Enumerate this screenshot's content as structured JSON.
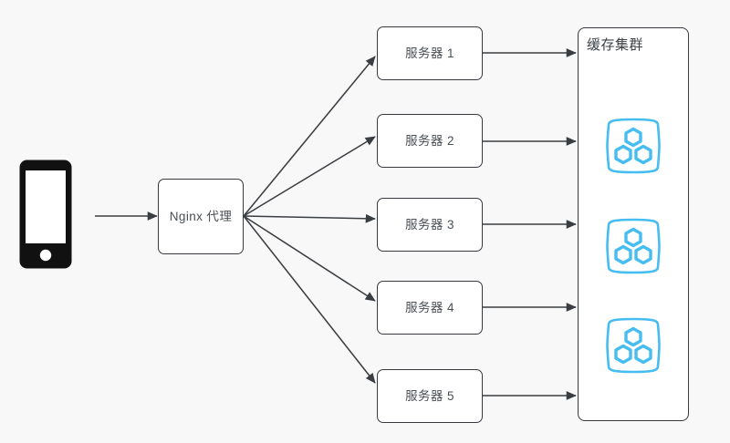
{
  "diagram": {
    "title": "Nginx load balanced servers with cache cluster",
    "background_color": "#f8f8f8",
    "stroke_color": "#36393d",
    "accent_color": "#45bdf0",
    "client": {
      "icon": "mobile-phone-icon",
      "label": ""
    },
    "proxy": {
      "label": "Nginx 代理"
    },
    "servers": [
      {
        "label": "服务器 1"
      },
      {
        "label": "服务器 2"
      },
      {
        "label": "服务器 3"
      },
      {
        "label": "服务器 4"
      },
      {
        "label": "服务器 5"
      }
    ],
    "cache_cluster": {
      "label": "缓存集群",
      "icon": "cache-cluster-hexagons-icon",
      "icon_count": 3
    }
  }
}
